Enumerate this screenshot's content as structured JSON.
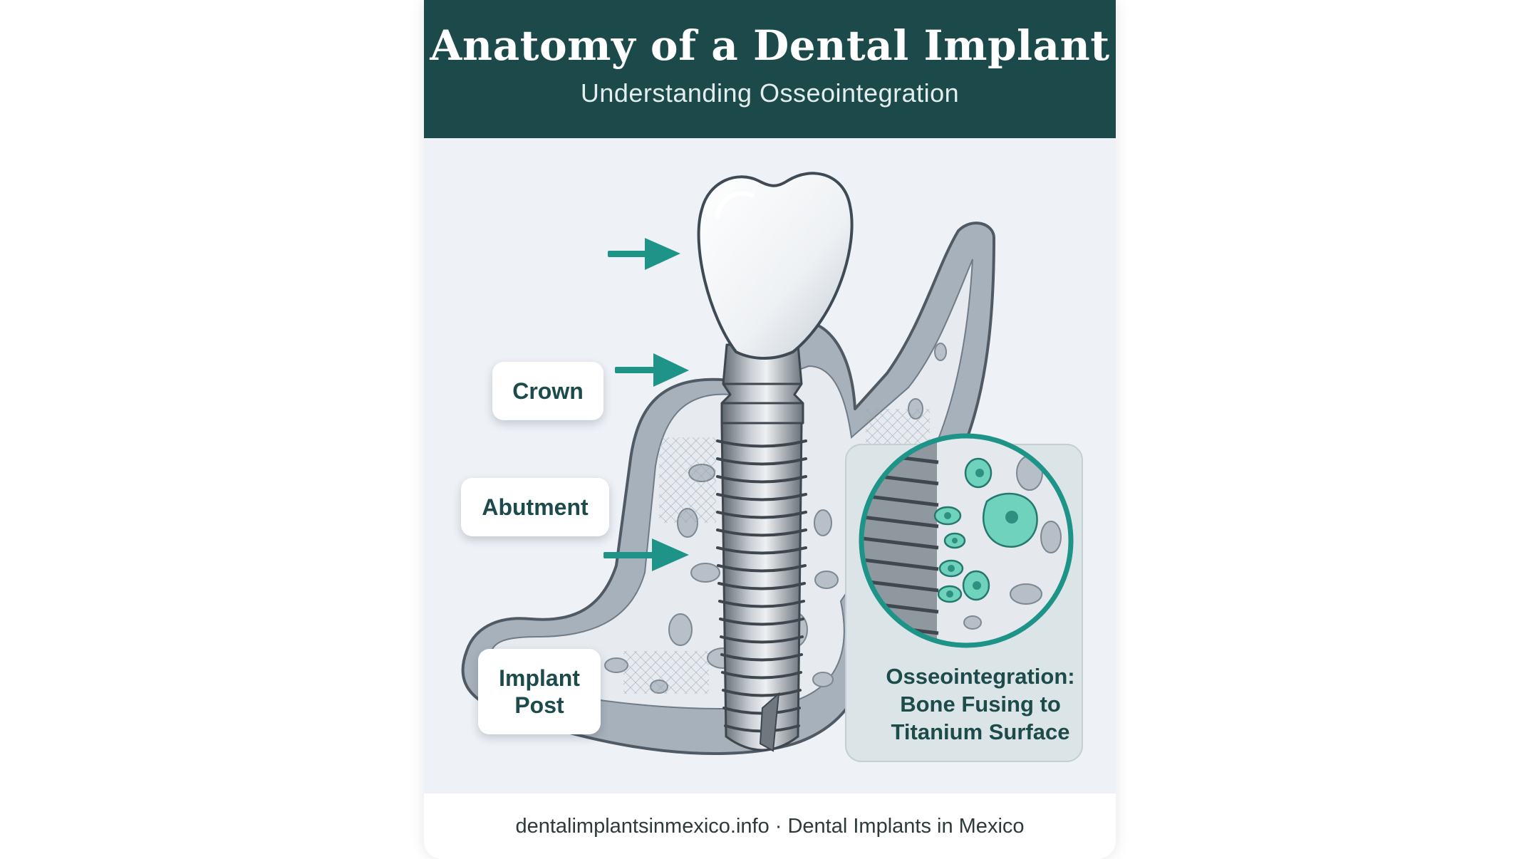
{
  "header": {
    "title": "Anatomy of a Dental Implant",
    "subtitle": "Understanding Osseointegration"
  },
  "labels": {
    "crown": "Crown",
    "abutment": "Abutment",
    "implant_post": "Implant\nPost"
  },
  "callout": {
    "text": "Osseointegration:\nBone Fusing to\nTitanium Surface"
  },
  "footer": {
    "text": "dentalimplantsinmexico.info · Dental Implants in Mexico"
  },
  "colors": {
    "header_bg": "#1c4a4a",
    "accent_teal": "#1e9488",
    "panel_bg": "#eef1f6",
    "bone_gray": "#9aa5b0",
    "cell_green": "#5fc9b4"
  }
}
